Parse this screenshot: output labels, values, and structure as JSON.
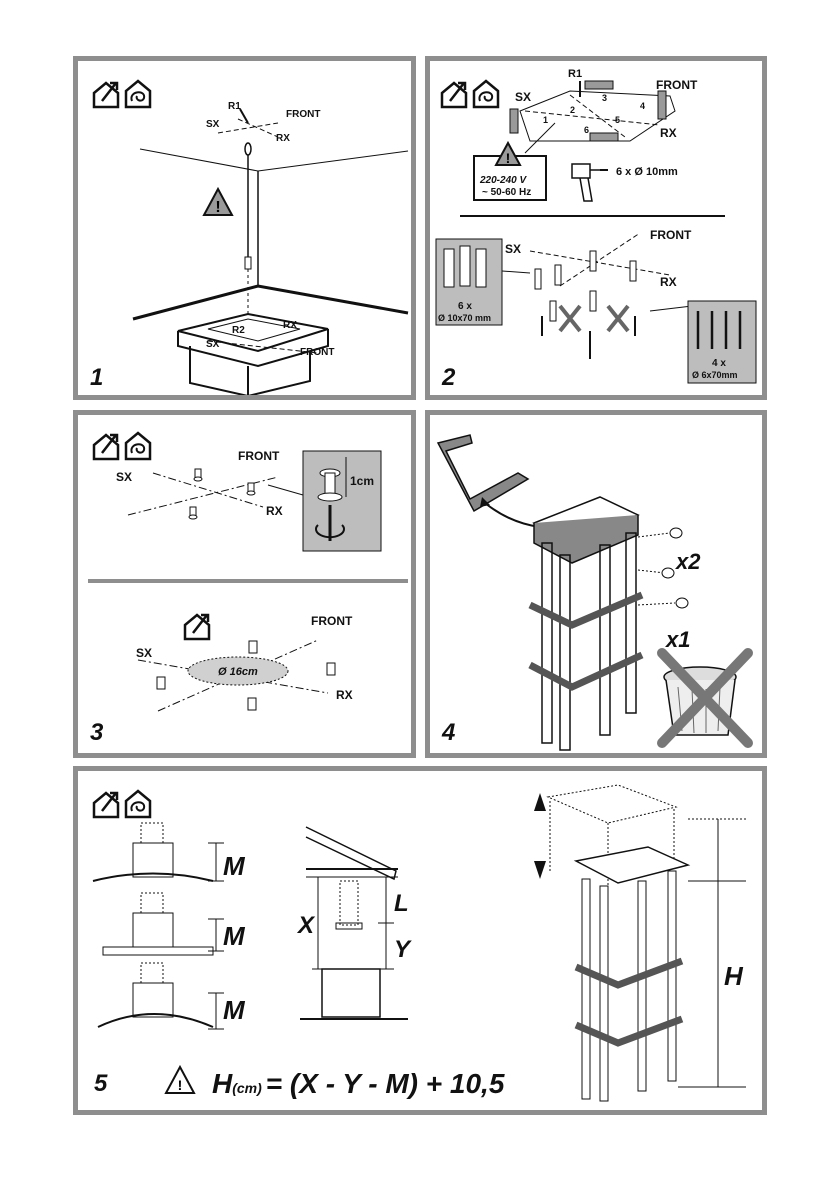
{
  "steps": [
    {
      "number": "1",
      "labels": {
        "r1": "R1",
        "front": "FRONT",
        "sx": "SX",
        "rx": "RX",
        "r2": "R2",
        "sx2": "SX",
        "rx2": "RX",
        "front2": "FRONT"
      }
    },
    {
      "number": "2",
      "labels": {
        "r1": "R1",
        "front": "FRONT",
        "sx": "SX",
        "rx": "RX",
        "holes": [
          "1",
          "2",
          "3",
          "4",
          "5",
          "6"
        ],
        "voltage": "220-240 V",
        "freq": "~ 50-60 Hz",
        "drill": "6 x Ø 10mm",
        "front2": "FRONT",
        "sx2": "SX",
        "rx2": "RX",
        "plugs_qty": "6 x",
        "plugs_size": "Ø 10x70 mm",
        "screws_qty": "4 x",
        "screws_size": "Ø 6x70mm"
      }
    },
    {
      "number": "3",
      "labels": {
        "front": "FRONT",
        "sx": "SX",
        "rx": "RX",
        "gap": "1cm",
        "front2": "FRONT",
        "sx2": "SX",
        "rx2": "RX",
        "diameter": "Ø 16cm"
      }
    },
    {
      "number": "4",
      "labels": {
        "x2": "x2",
        "x1": "x1"
      }
    },
    {
      "number": "5",
      "labels": {
        "m1": "M",
        "m2": "M",
        "m3": "M",
        "l": "L",
        "x": "X",
        "y": "Y",
        "h": "H",
        "formula_h": "H",
        "formula_sub": "(cm)",
        "formula_rest": "= (X - Y - M) + 10,5"
      }
    }
  ],
  "icons": [
    "house-arrow-icon",
    "house-recirculation-icon",
    "warning-icon"
  ]
}
